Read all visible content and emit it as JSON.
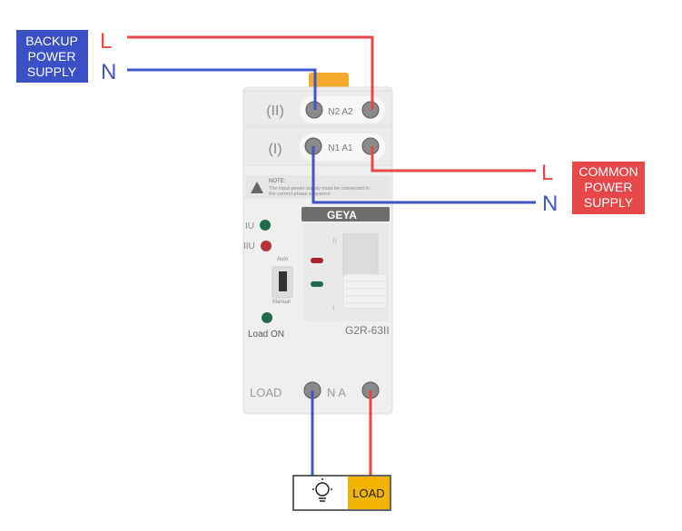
{
  "backup": {
    "lines": [
      "BACKUP",
      "POWER",
      "SUPPLY"
    ],
    "l": "L",
    "n": "N",
    "color": "#3b4fc6"
  },
  "common": {
    "lines": [
      "COMMON",
      "POWER",
      "SUPPLY"
    ],
    "l": "L",
    "n": "N",
    "color": "#e8474a"
  },
  "wire_colors": {
    "live": "#e8474a",
    "neutral": "#4055c8"
  },
  "device": {
    "top_row": {
      "label": "(II)",
      "terminals": "N2 A2"
    },
    "mid_row": {
      "label": "(I)",
      "terminals": "N1 A1"
    },
    "note_title": "NOTE:",
    "note_lines": [
      "The input power supply must be connected in",
      "the correct phase sequence"
    ],
    "brand": "GEYA",
    "indicator_1": "IU",
    "indicator_2": "IIU",
    "switch_auto": "Auto",
    "switch_manual": "Manual",
    "load_on": "Load ON",
    "handle_top": "II",
    "handle_bottom": "I",
    "model": "G2R-63II",
    "bottom_label": "LOAD",
    "bottom_terminals": "N A"
  },
  "load": {
    "label": "LOAD",
    "icon": "lightbulb-icon",
    "color": "#f2b300"
  }
}
